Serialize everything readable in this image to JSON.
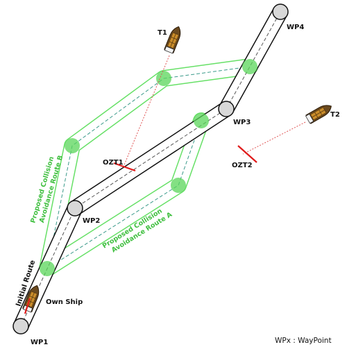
{
  "labels": {
    "wp1": "WP1",
    "wp2": "WP2",
    "wp3": "WP3",
    "wp4": "WP4",
    "t1": "T1",
    "t2": "T2",
    "ozt1": "OZT1",
    "ozt2": "OZT2",
    "own_ship": "Own Ship",
    "initial_route": "Initial Route",
    "route_a_line1": "Proposed Collision",
    "route_a_line2": "Avoidance Route A",
    "route_b_line1": "Proposed Collision",
    "route_b_line2": "Avoidance Route B",
    "legend": "WPx : WayPoint"
  },
  "colors": {
    "initial_route": "#000000",
    "avoidance_route": "#66e066",
    "waypoint_circle": "#5ad65a",
    "ozt_marker": "#e01b1b",
    "target_link": "#e05555",
    "ship_hull": "#6b4a1f"
  },
  "icons": {
    "own_ship": "ship-icon",
    "target_t1": "ship-icon",
    "target_t2": "ship-icon"
  }
}
